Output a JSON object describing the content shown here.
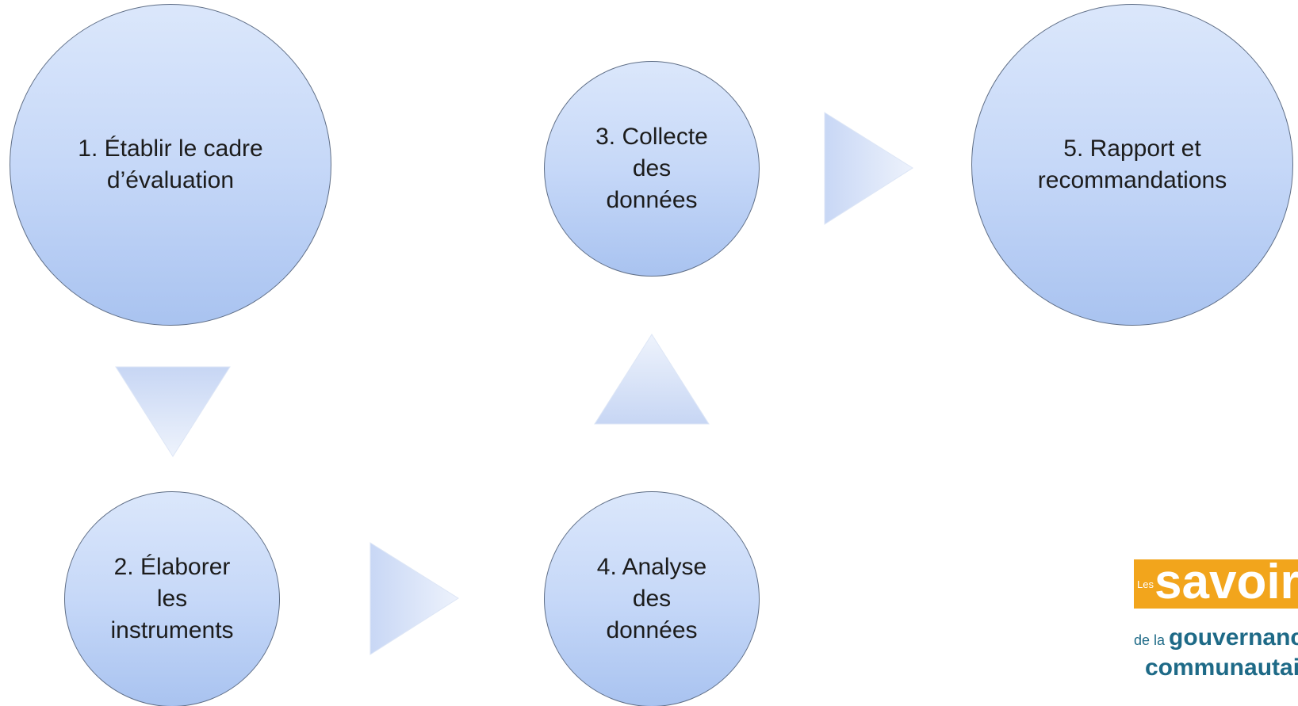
{
  "steps": [
    {
      "label": "1. Établir le cadre\nd’évaluation"
    },
    {
      "label": "2. Élaborer\nles\ninstruments"
    },
    {
      "label": "3. Collecte\ndes\ndonnées"
    },
    {
      "label": "4. Analyse\ndes\ndonnées"
    },
    {
      "label": "5. Rapport et\nrecommandations"
    }
  ],
  "arrows": [
    {
      "direction": "down",
      "from": "1",
      "to": "2"
    },
    {
      "direction": "right",
      "from": "2",
      "to": "4"
    },
    {
      "direction": "up",
      "from": "4",
      "to": "3"
    },
    {
      "direction": "right",
      "from": "3",
      "to": "5"
    }
  ],
  "colors": {
    "circle_top": "#dbe7fb",
    "circle_bottom": "#a9c3f0",
    "circle_border": "#5f6e86",
    "arrow_fill": "#ccdaf6",
    "logo_orange": "#f2a51c",
    "logo_teal": "#1e6a87"
  },
  "logo": {
    "les": "Les",
    "savoirs": "savoirs",
    "de_la": "de la ",
    "gouvernance": "gouvernance",
    "communautaire": "communautaire"
  }
}
